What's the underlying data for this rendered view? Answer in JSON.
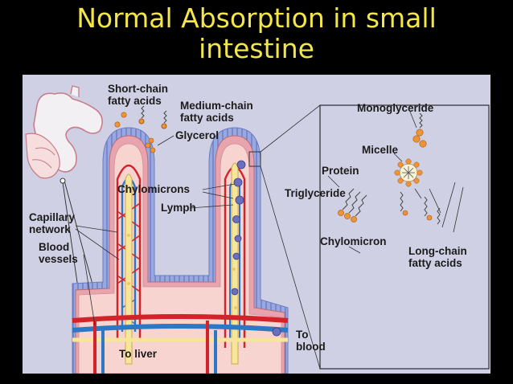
{
  "title": "Normal Absorption in small\nintestine",
  "labels": {
    "short_chain": [
      "Short-chain",
      "fatty acids"
    ],
    "medium_chain": [
      "Medium-chain",
      "fatty acids"
    ],
    "glycerol": "Glycerol",
    "chylomicrons": "Chylomicrons",
    "lymph": "Lymph",
    "capillary_network": [
      "Capillary",
      "network"
    ],
    "blood_vessels": [
      "Blood",
      "vessels"
    ],
    "to_liver": "To liver",
    "to_blood": [
      "To",
      "blood"
    ],
    "monoglyceride": "Monoglyceride",
    "micelle": "Micelle",
    "protein": "Protein",
    "triglyceride": "Triglyceride",
    "chylomicron": "Chylomicron",
    "long_chain": [
      "Long-chain",
      "fatty acids"
    ]
  },
  "colors": {
    "title": "#f3e64a",
    "panel": "#cfd0e4",
    "villus_pink": "#f2b3b8",
    "villus_border": "#7f8fd0",
    "blood_red": "#d2232a",
    "blood_blue": "#2d78c4",
    "lymph_yellow": "#f6e59a",
    "orange_dot": "#ee9433",
    "purple_dot": "#6a6fbe"
  }
}
